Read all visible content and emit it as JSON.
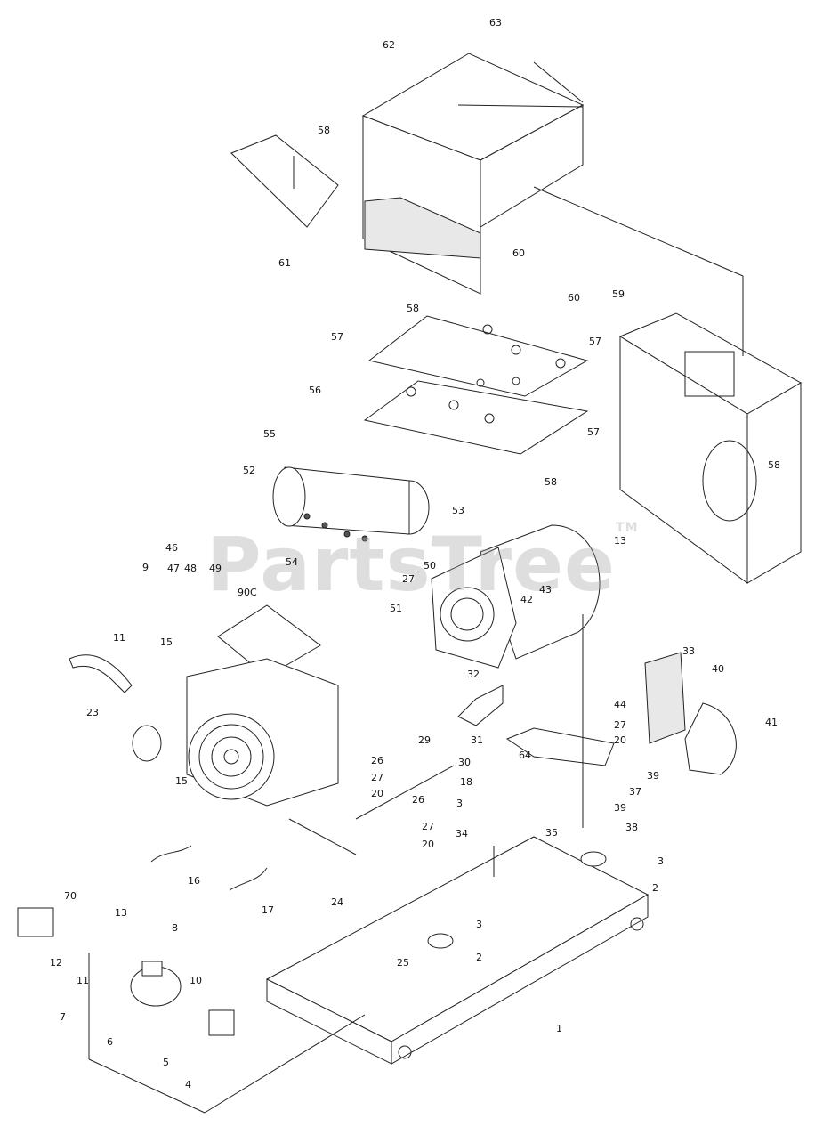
{
  "watermark": "PartsTree",
  "watermark_tm": "TM",
  "callouts": [
    {
      "id": "c63",
      "label": "63"
    },
    {
      "id": "c62",
      "label": "62"
    },
    {
      "id": "c58a",
      "label": "58"
    },
    {
      "id": "c61",
      "label": "61"
    },
    {
      "id": "c60",
      "label": "60"
    },
    {
      "id": "c60b",
      "label": "60"
    },
    {
      "id": "c58b",
      "label": "58"
    },
    {
      "id": "c59",
      "label": "59"
    },
    {
      "id": "c57a",
      "label": "57"
    },
    {
      "id": "c57b",
      "label": "57"
    },
    {
      "id": "c56",
      "label": "56"
    },
    {
      "id": "c57c",
      "label": "57"
    },
    {
      "id": "c58c",
      "label": "58"
    },
    {
      "id": "c58d",
      "label": "58"
    },
    {
      "id": "c55",
      "label": "55"
    },
    {
      "id": "c52",
      "label": "52"
    },
    {
      "id": "c53",
      "label": "53"
    },
    {
      "id": "c13a",
      "label": "13"
    },
    {
      "id": "c46",
      "label": "46"
    },
    {
      "id": "c9",
      "label": "9"
    },
    {
      "id": "c47",
      "label": "47"
    },
    {
      "id": "c48",
      "label": "48"
    },
    {
      "id": "c49",
      "label": "49"
    },
    {
      "id": "c54",
      "label": "54"
    },
    {
      "id": "c50",
      "label": "50"
    },
    {
      "id": "c27a",
      "label": "27"
    },
    {
      "id": "c90c",
      "label": "90C"
    },
    {
      "id": "c51",
      "label": "51"
    },
    {
      "id": "c42",
      "label": "42"
    },
    {
      "id": "c43",
      "label": "43"
    },
    {
      "id": "c11a",
      "label": "11"
    },
    {
      "id": "c15a",
      "label": "15"
    },
    {
      "id": "c23",
      "label": "23"
    },
    {
      "id": "c33",
      "label": "33"
    },
    {
      "id": "c40",
      "label": "40"
    },
    {
      "id": "c32",
      "label": "32"
    },
    {
      "id": "c44",
      "label": "44"
    },
    {
      "id": "c27b",
      "label": "27"
    },
    {
      "id": "c41",
      "label": "41"
    },
    {
      "id": "c29",
      "label": "29"
    },
    {
      "id": "c31",
      "label": "31"
    },
    {
      "id": "c20a",
      "label": "20"
    },
    {
      "id": "c30",
      "label": "30"
    },
    {
      "id": "c39a",
      "label": "39"
    },
    {
      "id": "c26a",
      "label": "26"
    },
    {
      "id": "c27c",
      "label": "27"
    },
    {
      "id": "c15b",
      "label": "15"
    },
    {
      "id": "c20b",
      "label": "20"
    },
    {
      "id": "c64",
      "label": "64"
    },
    {
      "id": "c18",
      "label": "18"
    },
    {
      "id": "c37",
      "label": "37"
    },
    {
      "id": "c26b",
      "label": "26"
    },
    {
      "id": "c3a",
      "label": "3"
    },
    {
      "id": "c39b",
      "label": "39"
    },
    {
      "id": "c27d",
      "label": "27"
    },
    {
      "id": "c38",
      "label": "38"
    },
    {
      "id": "c34",
      "label": "34"
    },
    {
      "id": "c35",
      "label": "35"
    },
    {
      "id": "c20c",
      "label": "20"
    },
    {
      "id": "c3b",
      "label": "3"
    },
    {
      "id": "c16",
      "label": "16"
    },
    {
      "id": "c2a",
      "label": "2"
    },
    {
      "id": "c17",
      "label": "17"
    },
    {
      "id": "c70",
      "label": "70"
    },
    {
      "id": "c13b",
      "label": "13"
    },
    {
      "id": "c24",
      "label": "24"
    },
    {
      "id": "c3c",
      "label": "3"
    },
    {
      "id": "c8",
      "label": "8"
    },
    {
      "id": "c12",
      "label": "12"
    },
    {
      "id": "c11b",
      "label": "11"
    },
    {
      "id": "c2b",
      "label": "2"
    },
    {
      "id": "c25",
      "label": "25"
    },
    {
      "id": "c10",
      "label": "10"
    },
    {
      "id": "c7",
      "label": "7"
    },
    {
      "id": "c1",
      "label": "1"
    },
    {
      "id": "c6",
      "label": "6"
    },
    {
      "id": "c5",
      "label": "5"
    },
    {
      "id": "c4",
      "label": "4"
    }
  ]
}
